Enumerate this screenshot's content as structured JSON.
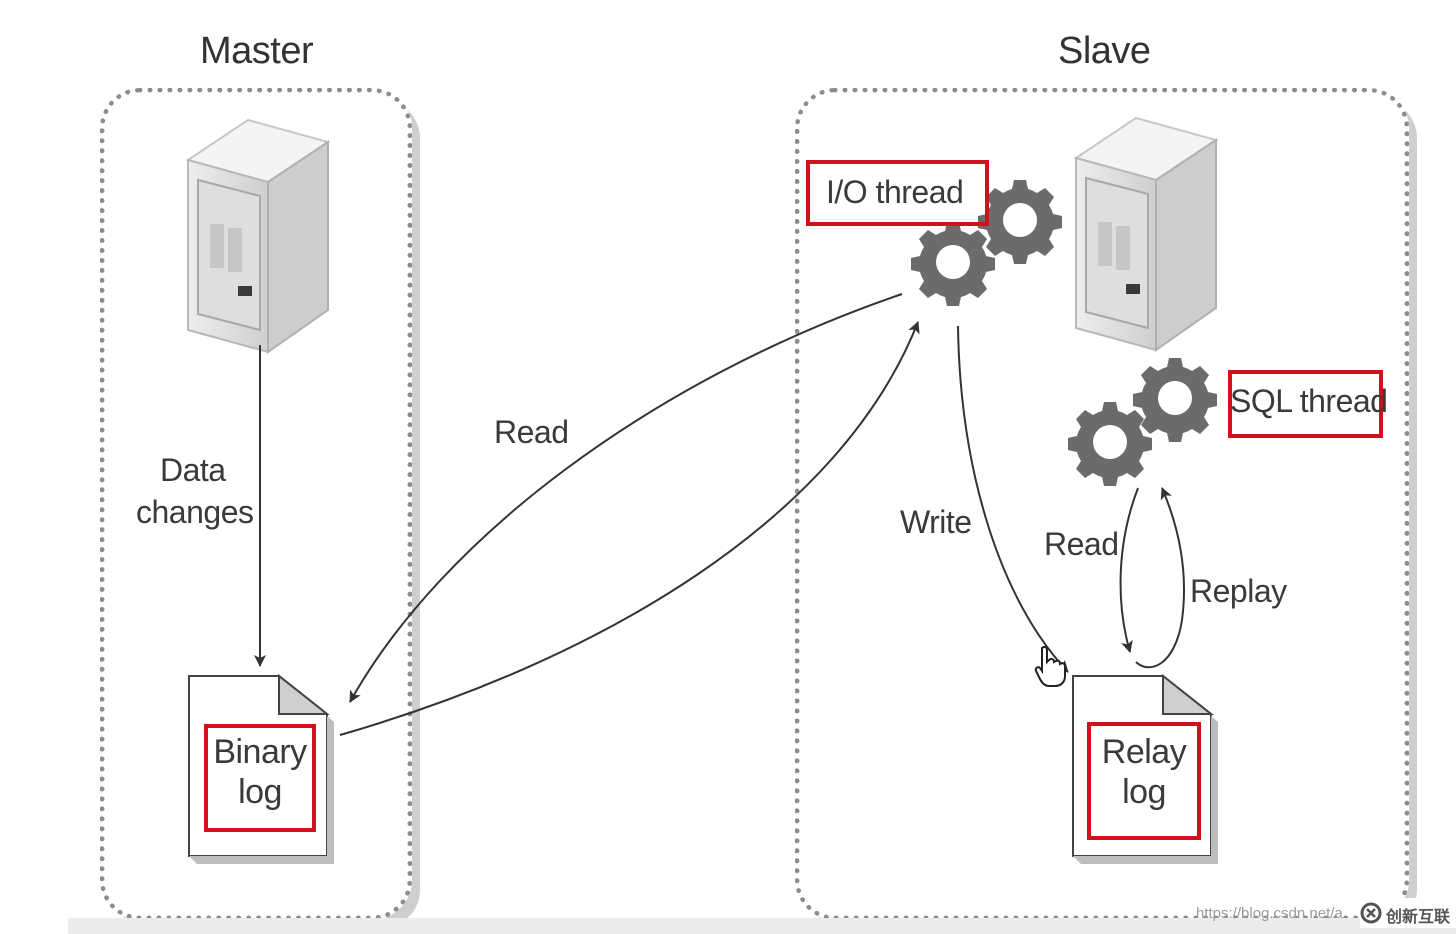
{
  "labels": {
    "master": "Master",
    "slave": "Slave",
    "data_changes_line1": "Data",
    "data_changes_line2": "changes",
    "read_left": "Read",
    "io_thread": "I/O thread",
    "sql_thread": "SQL thread",
    "write": "Write",
    "read_right": "Read",
    "replay": "Replay",
    "binary_log_line1": "Binary",
    "binary_log_line2": "log",
    "relay_log_line1": "Relay",
    "relay_log_line2": "log"
  },
  "watermark": {
    "url": "https://blog.csdn.net/a",
    "logo": "创新互联"
  },
  "colors": {
    "highlight_box": "#d0111b",
    "panel_border": "#8c8c8c",
    "gear": "#6b6b6b",
    "server_body": "#d9d9d9"
  },
  "icons": [
    "server-icon",
    "gear-icon",
    "document-icon",
    "hand-cursor-icon"
  ]
}
